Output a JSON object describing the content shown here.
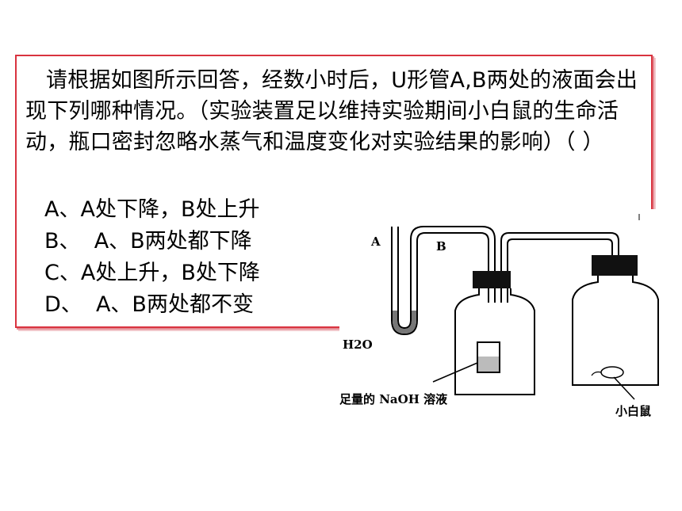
{
  "question": {
    "text": "请根据如图所示回答，经数小时后，U形管A,B两处的液面会出现下列哪种情况。（实验装置足以维持实验期间小白鼠的生命活动，瓶口密封忽略水蒸气和温度变化对实验结果的影响）（    ）"
  },
  "options": [
    {
      "label": "A、A处下降，B处上升"
    },
    {
      "label": "B、  A、B两处都下降"
    },
    {
      "label": "C、A处上升，B处下降"
    },
    {
      "label": "D、  A、B两处都不变"
    }
  ],
  "figure": {
    "label_a": "A",
    "label_b": "B",
    "label_water": "H2O",
    "label_solution": "足量的 NaOH 溶液",
    "label_mouse": "小白鼠"
  },
  "colors": {
    "frame": "#d9333f"
  }
}
